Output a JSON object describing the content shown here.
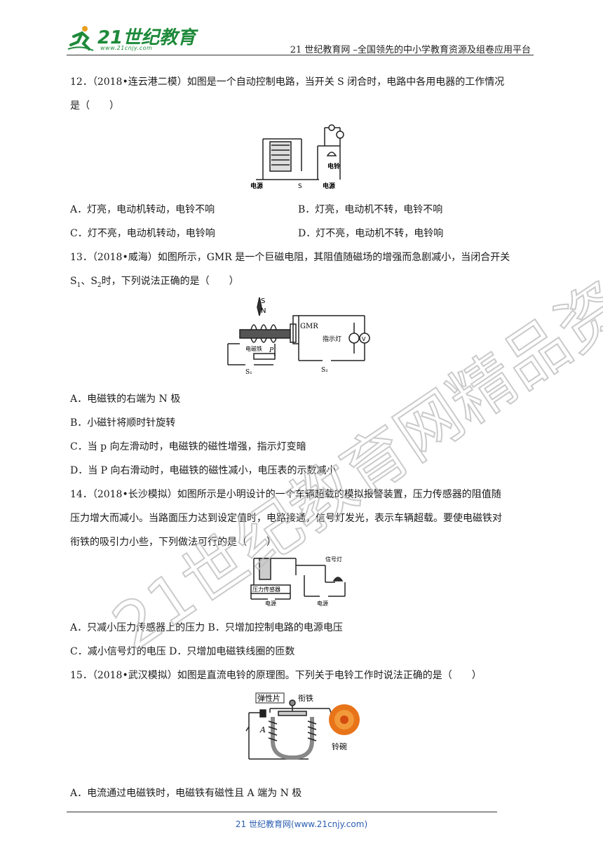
{
  "header": {
    "logo_text": "21世纪教育",
    "logo_sub": "www.21cnjy.com",
    "right_text": "21 世纪教育网 –全国领先的中小学教育资源及组卷应用平台"
  },
  "questions": [
    {
      "line1": "12．（2018•连云港二模）如图是一个自动控制电路，当开关 S 闭合时，电路中各用电器的工作情况",
      "line2": "是（　　）",
      "fig_labels": {
        "power1": "电源",
        "power2": "电源",
        "bell": "电铃",
        "switch": "S"
      },
      "options": [
        "A．灯亮，电动机转动，电铃不响",
        "B．灯亮，电动机不转，电铃不响",
        "C．灯不亮，电动机转动，电铃响",
        "D．灯不亮，电动机不转，电铃响"
      ]
    },
    {
      "line1": "13．（2018•威海）如图所示，GMR 是一个巨磁电阻，其阻值随磁场的增强而急剧减小，当闭合开关",
      "line2_a": "S",
      "line2_sub1": "1",
      "line2_b": "、S",
      "line2_sub2": "2",
      "line2_c": "时，下列说法正确的是（　　）",
      "fig_labels": {
        "s": "S",
        "n": "N",
        "gmr": "GMR",
        "lamp": "指示灯",
        "magnet": "电磁铁",
        "p": "P",
        "s1": "S₁",
        "s2": "S₂",
        "v": "V"
      },
      "options": [
        "A．电磁铁的右端为 N 极",
        "B．小磁针将顺时针旋转",
        "C．当 p 向左滑动时，电磁铁的磁性增强，指示灯变暗",
        "D．当 P 向右滑动时，电磁铁的磁性减小，电压表的示数减小"
      ]
    },
    {
      "line1": "14．（2018•长沙模拟）如图所示是小明设计的一个车辆超载的模拟报警装置，压力传感器的阻值随",
      "line2": "压力增大而减小。当路面压力达到设定值时，电路接通，信号灯发光，表示车辆超载。要使电磁铁对",
      "line3": "衔铁的吸引力小些，下列做法可行的是（　　）",
      "fig_labels": {
        "lamp": "信号灯",
        "sensor": "压力传感器",
        "power1": "电源",
        "power2": "电源"
      },
      "options": [
        "A．只减小压力传感器上的压力 B．只增加控制电路的电源电压",
        "C．减小信号灯的电压 D．只增加电磁铁线圈的匝数"
      ]
    },
    {
      "line1": "15．（2018•武汉模拟）如图是直流电铃的原理图。下列关于电铃工作时说法正确的是（　　）",
      "fig_labels": {
        "spring": "弹性片",
        "armature": "衔铁",
        "a": "A",
        "bowl": "铃碗"
      },
      "options": [
        "A．电流通过电磁铁时，电磁铁有磁性且 A 端为 N 极"
      ]
    }
  ],
  "footer": "21 世纪教育网(www.21cnjy.com)",
  "watermark": "21世纪教育网精品资料"
}
